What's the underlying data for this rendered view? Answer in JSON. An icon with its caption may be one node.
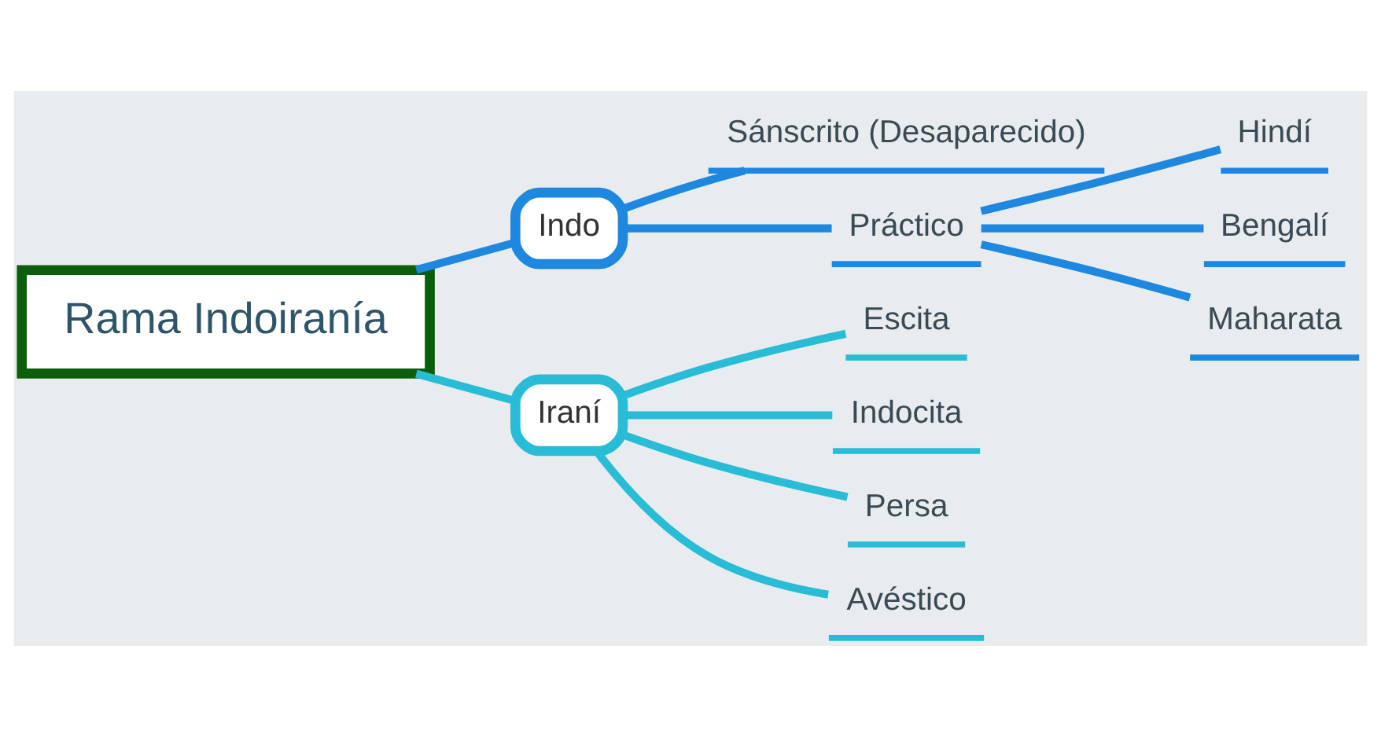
{
  "diagram": {
    "nodes": [
      {
        "text": [
          "Rama Indoiranía"
        ]
      },
      {
        "text": [
          "Indo"
        ]
      },
      {
        "text": [
          "Iraní"
        ]
      },
      {
        "text": [
          "Sánscrito (Desaparecido)"
        ]
      },
      {
        "text": [
          "Práctico"
        ]
      },
      {
        "text": [
          "Hindí"
        ]
      },
      {
        "text": [
          "Bengalí"
        ]
      },
      {
        "text": [
          "Maharata"
        ]
      },
      {
        "text": [
          "Escita"
        ]
      },
      {
        "text": [
          "Indocita"
        ]
      },
      {
        "text": [
          "Persa"
        ]
      },
      {
        "text": [
          "Avéstico"
        ]
      }
    ],
    "edges": [
      {
        "from": 0,
        "to": 1,
        "arrow": "none"
      },
      {
        "from": 0,
        "to": 2,
        "arrow": "none",
        "color": "#29bcd6"
      },
      {
        "from": 1,
        "to": 3,
        "arrow": "none"
      },
      {
        "from": 1,
        "to": 4,
        "arrow": "none"
      },
      {
        "from": 4,
        "to": 5,
        "arrow": "none"
      },
      {
        "from": 4,
        "to": 6,
        "arrow": "none"
      },
      {
        "from": 4,
        "to": 7,
        "arrow": "none"
      },
      {
        "from": 2,
        "to": 8,
        "arrow": "none",
        "color": "#29bcd6"
      },
      {
        "from": 2,
        "to": 9,
        "arrow": "none",
        "color": "#29bcd6"
      },
      {
        "from": 2,
        "to": 10,
        "arrow": "none",
        "color": "#29bcd6"
      },
      {
        "from": 2,
        "to": 11,
        "arrow": "none",
        "color": "#29bcd6"
      }
    ]
  }
}
